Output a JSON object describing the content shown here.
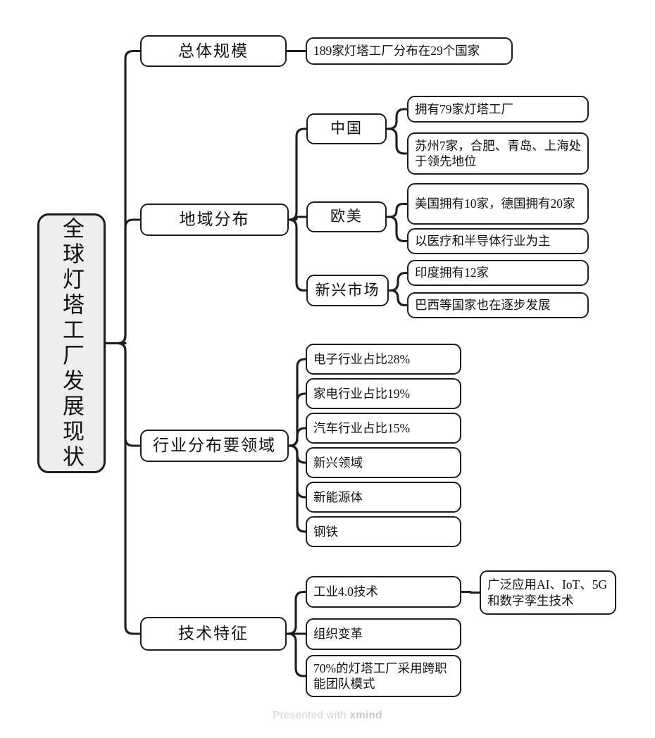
{
  "root": {
    "label": "全球灯塔工厂发展现状"
  },
  "branches": [
    {
      "id": "overall-scale",
      "label": "总体规模",
      "children": [
        {
          "id": "overall-scale-detail",
          "label": "189家灯塔工厂分布在29个国家"
        }
      ]
    },
    {
      "id": "regional-distribution",
      "label": "地域分布",
      "children": [
        {
          "id": "china",
          "label": "中国",
          "children": [
            {
              "id": "china-count",
              "label": "拥有79家灯塔工厂"
            },
            {
              "id": "china-cities",
              "label": "苏州7家，合肥、青岛、上海处于领先地位"
            }
          ]
        },
        {
          "id": "europe-america",
          "label": "欧美",
          "children": [
            {
              "id": "us-germany-count",
              "label": "美国拥有10家，德国拥有20家"
            },
            {
              "id": "medical-semiconductor",
              "label": "以医疗和半导体行业为主"
            }
          ]
        },
        {
          "id": "emerging-markets",
          "label": "新兴市场",
          "children": [
            {
              "id": "india-count",
              "label": "印度拥有12家"
            },
            {
              "id": "brazil-growth",
              "label": "巴西等国家也在逐步发展"
            }
          ]
        }
      ]
    },
    {
      "id": "industry-distribution",
      "label": "行业分布要领域",
      "children": [
        {
          "id": "electronics",
          "label": "电子行业占比28%"
        },
        {
          "id": "home-appliance",
          "label": "家电行业占比19%"
        },
        {
          "id": "automotive",
          "label": "汽车行业占比15%"
        },
        {
          "id": "emerging-fields",
          "label": "新兴领域"
        },
        {
          "id": "new-energy",
          "label": "新能源体"
        },
        {
          "id": "steel",
          "label": "钢铁"
        }
      ]
    },
    {
      "id": "technology-features",
      "label": "技术特征",
      "children": [
        {
          "id": "industry-40",
          "label": "工业4.0技术",
          "children": [
            {
              "id": "ai-iot-5g",
              "label": "广泛应用AI、IoT、5G和数字孪生技术"
            }
          ]
        },
        {
          "id": "organizational-change",
          "label": "组织变革"
        },
        {
          "id": "cross-functional-teams",
          "label": "70%的灯塔工厂采用跨职能团队模式"
        }
      ]
    }
  ],
  "footer": {
    "prefix": "Presented with ",
    "brand": "xmind"
  },
  "colors": {
    "stroke": "#1d1d1f",
    "root_fill": "#eeeeee",
    "node_fill": "#ffffff",
    "watermark": "#d3d3d6"
  }
}
